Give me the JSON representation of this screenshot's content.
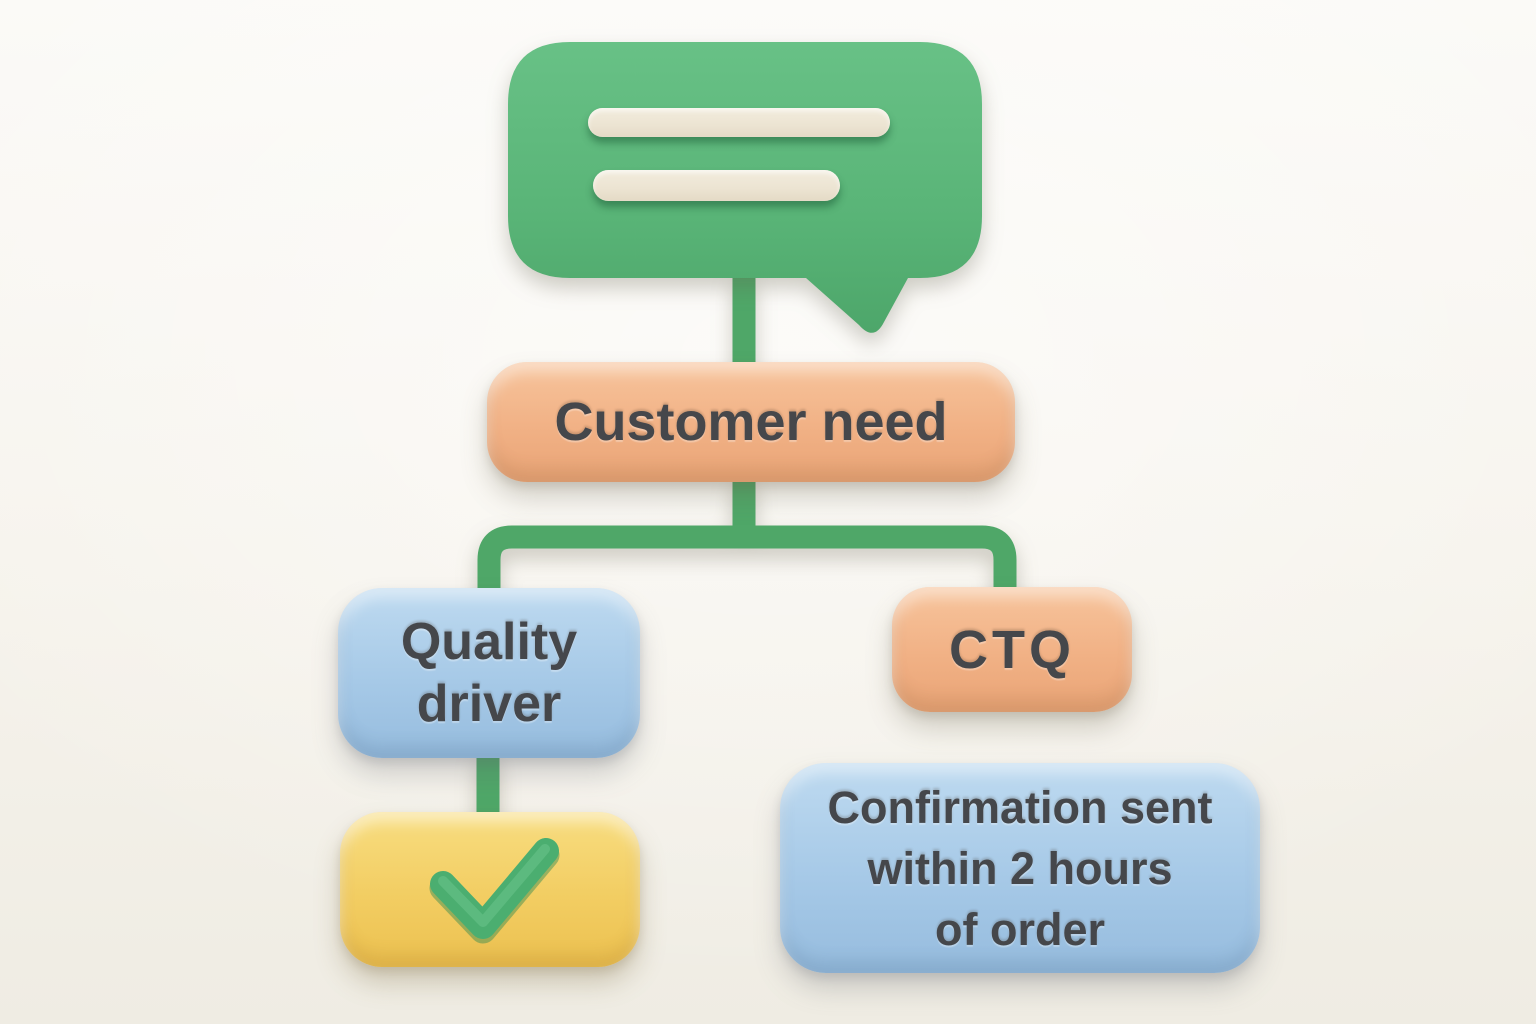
{
  "canvas": {
    "background": "#f6f3ec"
  },
  "palette": {
    "bubble_green": "#5cb87a",
    "connector_green": "#4fa768",
    "peach": "#f0b083",
    "blue": "#a6c9e7",
    "yellow": "#f2cd62",
    "cream_bar": "#ece4d2",
    "check_green": "#43a065",
    "text": "#45474b"
  },
  "nodes": {
    "customer_voice": {
      "icon": "speech-bubble-icon"
    },
    "customer_need": {
      "label": "Customer need"
    },
    "quality_driver": {
      "lines": [
        "Quality",
        "driver"
      ]
    },
    "ctq": {
      "label": "CTQ"
    },
    "quality_check": {
      "icon": "checkmark-icon"
    },
    "ctq_spec": {
      "lines": [
        "Confirmation sent",
        "within 2 hours",
        "of order"
      ]
    }
  }
}
